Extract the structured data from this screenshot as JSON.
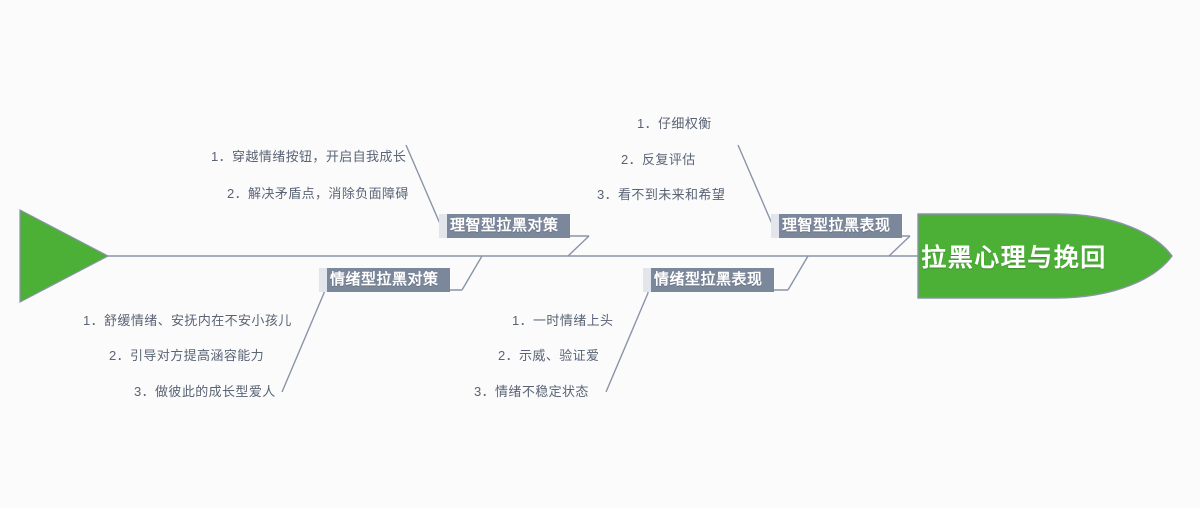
{
  "diagram": {
    "type": "fishbone",
    "title": "拉黑心理与挽回",
    "tail_label": "",
    "colors": {
      "head_fill": "#4caf36",
      "head_stroke": "#8a94a6",
      "bone_stroke": "#8a94a6",
      "category_fill": "#7b879b",
      "category_cap": "#e2e5ec",
      "leaf_text": "#5a6475",
      "background": "#fbfbfc"
    },
    "categories": [
      {
        "id": "rational-countermeasure",
        "label": "理智型拉黑对策",
        "position": "top-left",
        "items": [
          "1．穿越情绪按钮，开启自我成长",
          "2．解决矛盾点，消除负面障碍"
        ]
      },
      {
        "id": "rational-manifestation",
        "label": "理智型拉黑表现",
        "position": "top-right",
        "items": [
          "1．仔细权衡",
          "2．反复评估",
          "3．看不到未来和希望"
        ]
      },
      {
        "id": "emotional-countermeasure",
        "label": "情绪型拉黑对策",
        "position": "bottom-left",
        "items": [
          "1．舒缓情绪、安抚内在不安小孩儿",
          "2．引导对方提高涵容能力",
          "3．做彼此的成长型爱人"
        ]
      },
      {
        "id": "emotional-manifestation",
        "label": "情绪型拉黑表现",
        "position": "bottom-right",
        "items": [
          "1．一时情绪上头",
          "2．示威、验证爱",
          "3．情绪不稳定状态"
        ]
      }
    ]
  }
}
